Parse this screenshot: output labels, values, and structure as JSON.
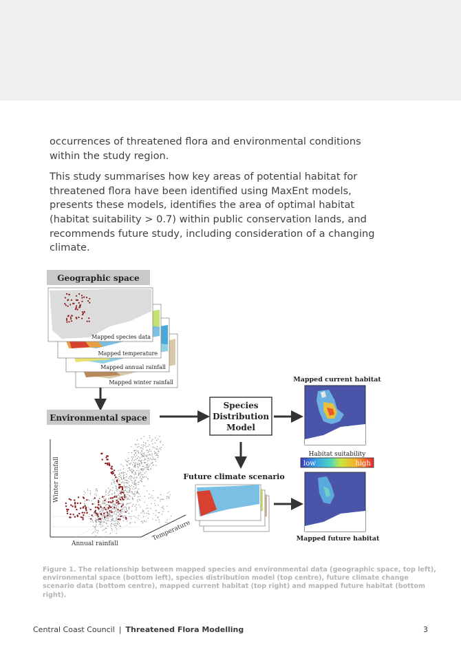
{
  "body": {
    "paragraph_1": "occurrences of threatened flora and environmental conditions within the study region.",
    "paragraph_2": "This study summarises how key areas of potential habitat for threatened flora have been identified using MaxEnt models, presents these models, identifies the area of optimal habitat (habitat suitability > 0.7) within public conservation lands, and recommends future study, including consideration of a changing climate."
  },
  "figure": {
    "geographic_space_label": "Geographic space",
    "layer_labels": [
      "Mapped species data",
      "Mapped temperature",
      "Mapped annual rainfall",
      "Mapped winter rainfall"
    ],
    "environmental_space_label": "Environmental space",
    "axis_winter_rainfall": "Winter rainfall",
    "axis_annual_rainfall": "Annual rainfall",
    "axis_temperature": "Temperature",
    "model_box": [
      "Species",
      "Distribution",
      "Model"
    ],
    "future_scenario_label": "Future climate scenario",
    "mapped_current_label": "Mapped current habitat",
    "habitat_suitability_label": "Habitat suitability",
    "scale_low": "low",
    "scale_high": "high",
    "mapped_future_label": "Mapped future habitat",
    "colors": {
      "species_points": "#8b1a1a",
      "map_background": "#4a54a8",
      "label_band": "#c9c9c9"
    }
  },
  "caption": "Figure 1. The relationship between mapped species and environmental data (geographic space, top left), environmental space (bottom left), species distribution model (top centre), future climate change scenario data (bottom centre), mapped current habitat (top right) and mapped future habitat (bottom right).",
  "footer": {
    "org": "Central Coast Council",
    "separator": "|",
    "doc_title": "Threatened Flora Modelling",
    "page_number": "3"
  }
}
